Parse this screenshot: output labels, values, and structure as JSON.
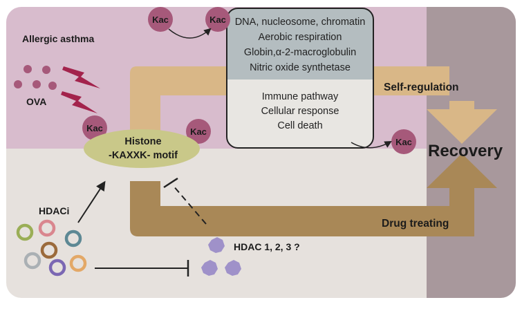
{
  "labels": {
    "allergic_asthma": "Allergic asthma",
    "ova": "OVA",
    "hdaci": "HDACi",
    "histone_line1": "Histone",
    "histone_line2": "-KAXXK- motif",
    "kac": "Kac",
    "self_regulation": "Self-regulation",
    "drug_treating": "Drug treating",
    "recovery": "Recovery",
    "hdac": "HDAC 1, 2, 3 ?"
  },
  "box_upper": [
    "DNA, nucleosome, chromatin",
    "Aerobic respiration",
    "Globin,α-2-macroglobulin",
    "Nitric oxide synthetase"
  ],
  "box_lower": [
    "Immune pathway",
    "Cellular response",
    "Cell death"
  ],
  "colors": {
    "top_region": "#d8bccd",
    "bottom_region": "#e6e1dd",
    "recovery_band": "#a8989c",
    "self_regulation_arrow": "#d9b787",
    "drug_arrow": "#a98857",
    "kac_circle": "#a6597a",
    "histone_ellipse": "#c9c889",
    "hdac_protein": "#9f91c9",
    "box_upper_fill": "#b4bdc0",
    "box_lower_fill": "#e8e6e2",
    "lightning": "#a3234c",
    "ova_dots": "#a6597a"
  },
  "hdaci_rings": [
    "#9aae56",
    "#d9868e",
    "#5d8894",
    "#9b6a3b",
    "#aab0b4",
    "#7b67b3",
    "#e3a867"
  ]
}
